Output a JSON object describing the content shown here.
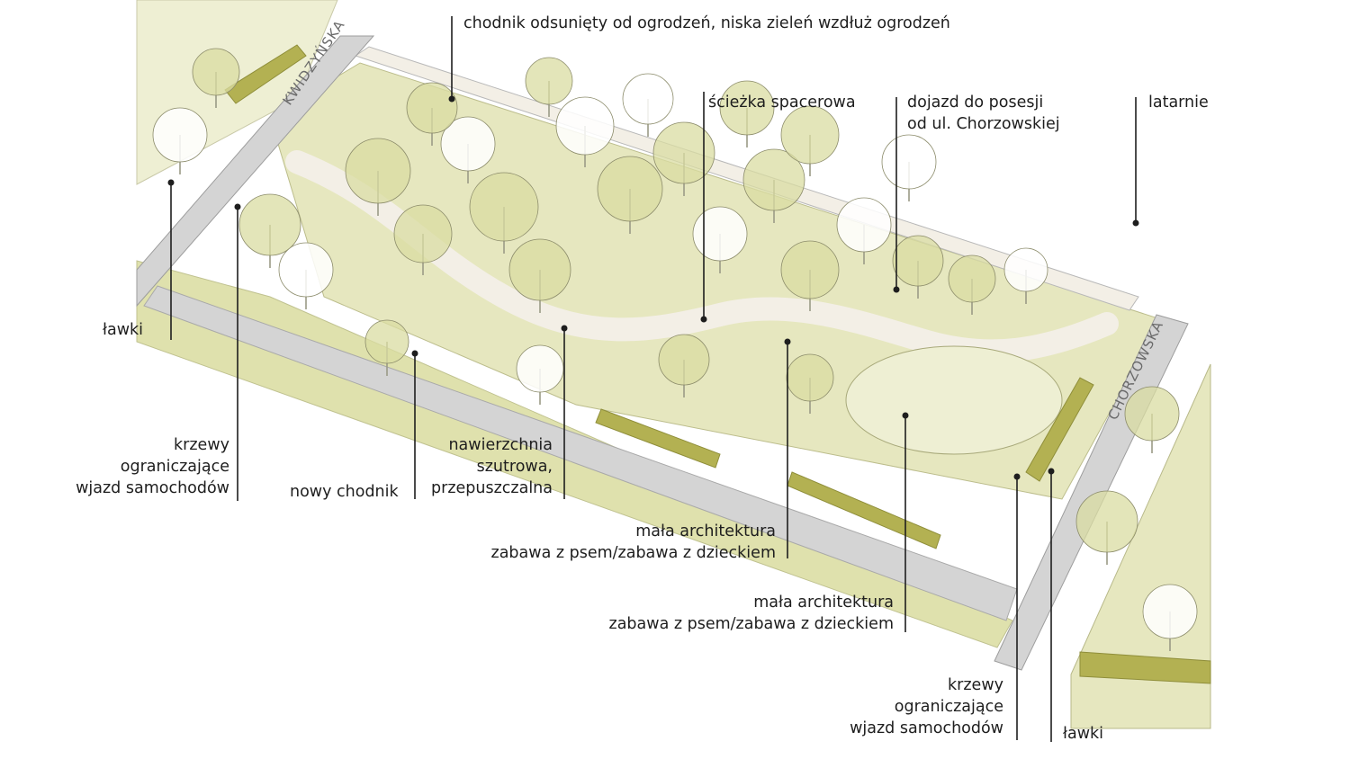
{
  "streets": {
    "kwidzynska": "KWIDZYŃSKA",
    "chorzowska": "CHORZOWSKA"
  },
  "labels": {
    "sidewalk_offset": [
      "chodnik odsunięty od ogrodzeń, niska zieleń wzdłuż ogrodzeń"
    ],
    "walking_path": [
      "ścieżka spacerowa"
    ],
    "access_road": [
      "dojazd do posesji",
      "od ul. Chorzowskiej"
    ],
    "street_lamps": [
      "latarnie"
    ],
    "benches_left": [
      "ławki"
    ],
    "shrubs_left": [
      "krzewy",
      "ograniczające",
      "wjazd samochodów"
    ],
    "new_sidewalk": [
      "nowy chodnik"
    ],
    "gravel_surface": [
      "nawierzchnia",
      "szutrowa,",
      "przepuszczalna"
    ],
    "small_architecture_1": [
      "mała architektura",
      "zabawa z psem/zabawa z dzieckiem"
    ],
    "small_architecture_2": [
      "mała architektura",
      "zabawa z psem/zabawa z dzieckiem"
    ],
    "shrubs_right": [
      "krzewy",
      "ograniczające",
      "wjazd samochodów"
    ],
    "benches_right": [
      "ławki"
    ]
  },
  "colors": {
    "lawn": "#e6e7bf",
    "lawn_light": "#eeefd3",
    "grass_band": "#dfe1ad",
    "hedge": "#b3b152",
    "hedge_dark": "#8f8e3a",
    "path": "#f3efe6",
    "road": "#d4d4d4",
    "tree_fill": "#dadca2",
    "leader": "#1e1e1e"
  }
}
